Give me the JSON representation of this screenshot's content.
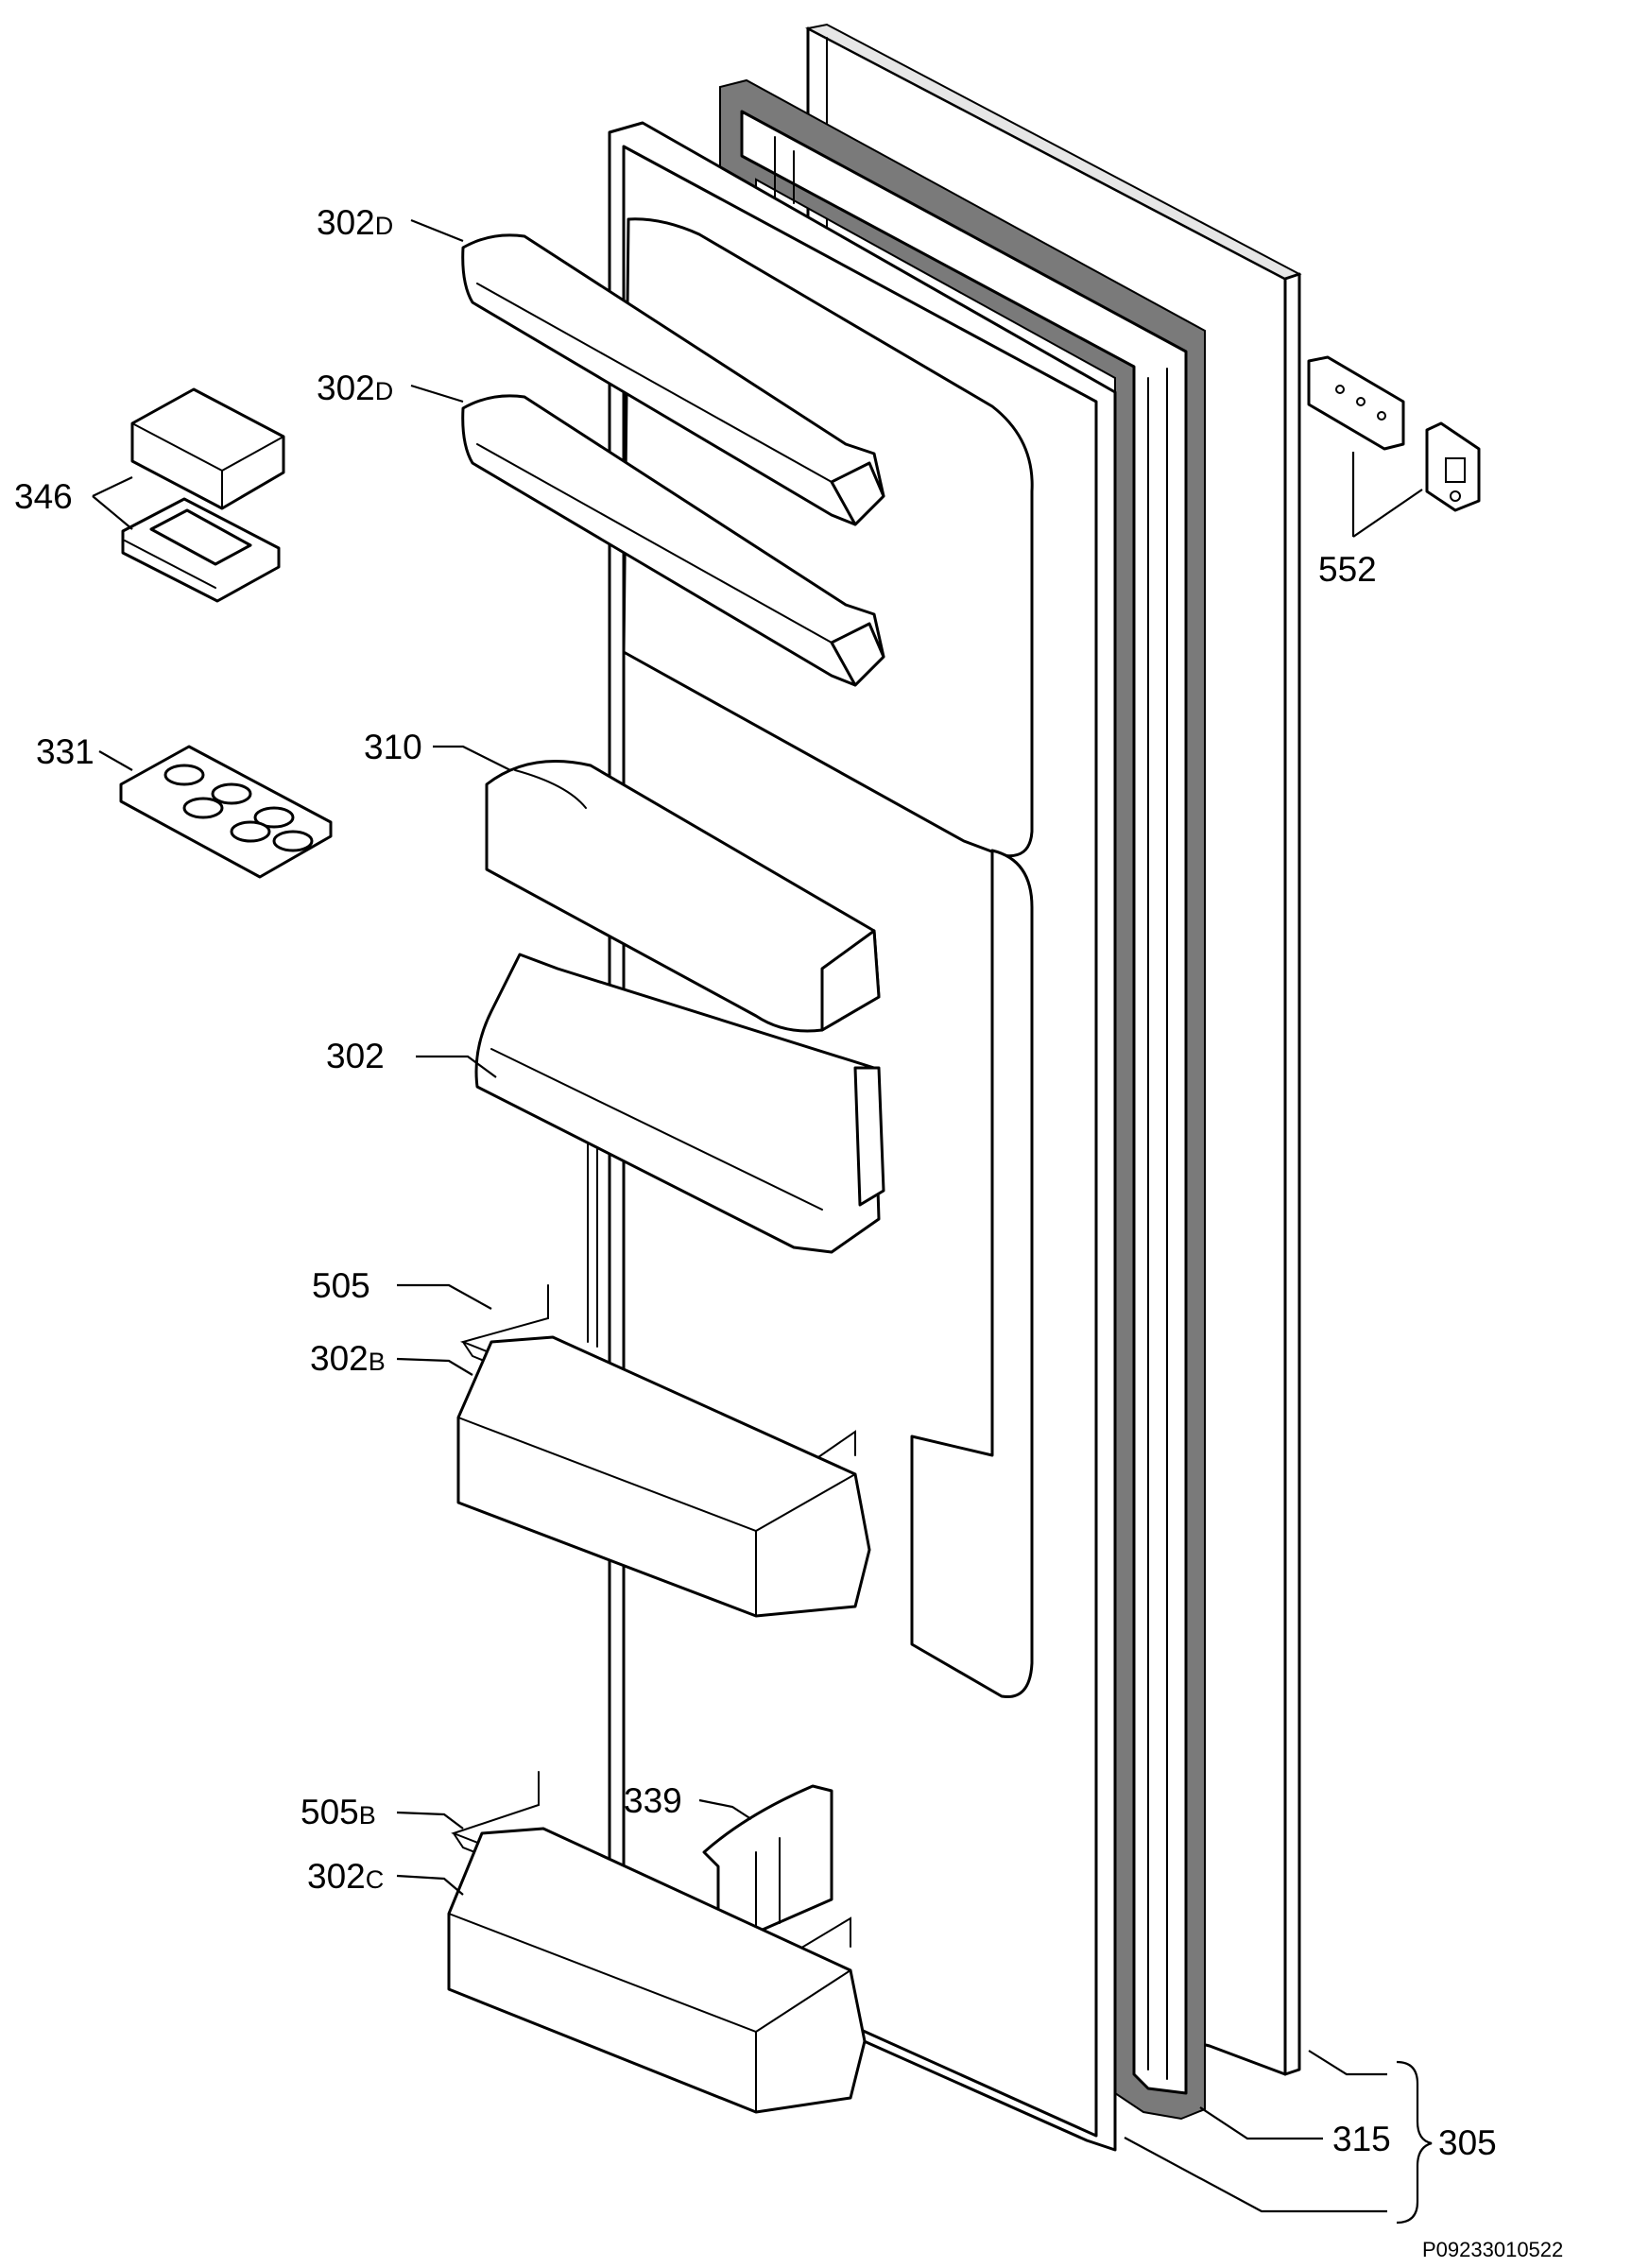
{
  "diagram": {
    "reference_code": "P09233010522",
    "part_labels": [
      {
        "id": "302D_top",
        "number": "302",
        "suffix": "D"
      },
      {
        "id": "302D_second",
        "number": "302",
        "suffix": "D"
      },
      {
        "id": "346",
        "number": "346",
        "suffix": ""
      },
      {
        "id": "552",
        "number": "552",
        "suffix": ""
      },
      {
        "id": "331",
        "number": "331",
        "suffix": ""
      },
      {
        "id": "310",
        "number": "310",
        "suffix": ""
      },
      {
        "id": "302",
        "number": "302",
        "suffix": ""
      },
      {
        "id": "505",
        "number": "505",
        "suffix": ""
      },
      {
        "id": "302B",
        "number": "302",
        "suffix": "B"
      },
      {
        "id": "505B",
        "number": "505",
        "suffix": "B"
      },
      {
        "id": "339",
        "number": "339",
        "suffix": ""
      },
      {
        "id": "302C",
        "number": "302",
        "suffix": "C"
      },
      {
        "id": "315",
        "number": "315",
        "suffix": ""
      },
      {
        "id": "305",
        "number": "305",
        "suffix": ""
      }
    ]
  }
}
